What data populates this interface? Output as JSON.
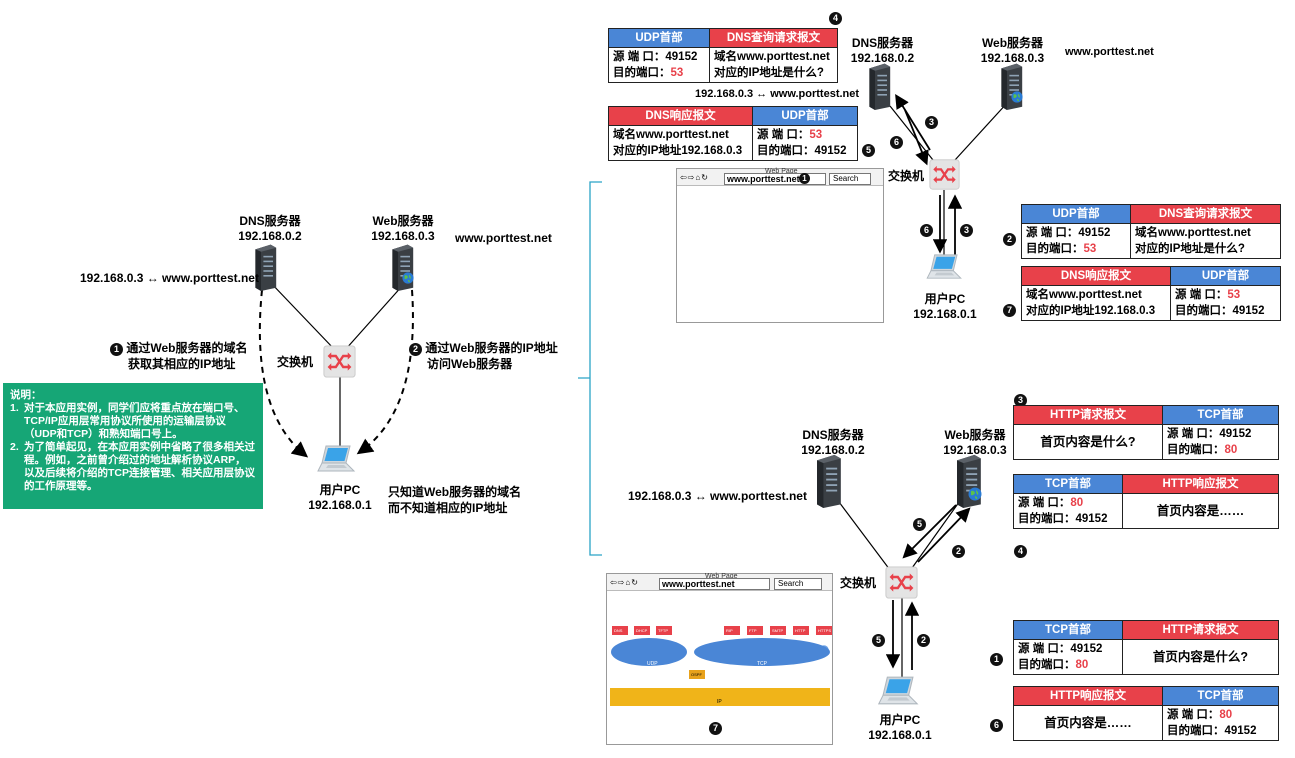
{
  "left": {
    "dns_name": "DNS服务器",
    "dns_ip": "192.168.0.2",
    "web_name": "Web服务器",
    "web_ip": "192.168.0.3",
    "domain": "www.porttest.net",
    "mapping": "192.168.0.3 ↔ www.porttest.net",
    "switch_label": "交换机",
    "pc_name": "用户PC",
    "pc_ip": "192.168.0.1",
    "step1_line1": "通过Web服务器的域名",
    "step1_line2": "获取其相应的IP地址",
    "step2_line1": "通过Web服务器的IP地址",
    "step2_line2": "访问Web服务器",
    "pc_note_line1": "只知道Web服务器的域名",
    "pc_note_line2": "而不知道相应的IP地址"
  },
  "note": {
    "title": "说明：",
    "item1_num": "1.",
    "item1_text": "对于本应用实例，同学们应将重点放在端口号、TCP/IP应用层常用协议所使用的运输层协议（UDP和TCP）和熟知端口号上。",
    "item2_num": "2.",
    "item2_text": "为了简单起见，在本应用实例中省略了很多相关过程。例如，之前曾介绍过的地址解析协议ARP，以及后续将介绍的TCP连接管理、相关应用层协议的工作原理等。"
  },
  "top": {
    "dns_name": "DNS服务器",
    "dns_ip": "192.168.0.2",
    "web_name": "Web服务器",
    "web_ip": "192.168.0.3",
    "domain": "www.porttest.net",
    "mapping": "192.168.0.3 ↔ www.porttest.net",
    "switch_label": "交换机",
    "pc_name": "用户PC",
    "pc_ip": "192.168.0.1",
    "browser_title": "Web Page",
    "browser_url": "www.porttest.net",
    "browser_search": "Search",
    "udp_header": "UDP首部",
    "dns_query": "DNS查询请求报文",
    "dns_response": "DNS响应报文",
    "src_port_label": "源 端 口：",
    "dst_port_label": "目的端口：",
    "port_49152": "49152",
    "port_53": "53",
    "query_line1": "域名www.porttest.net",
    "query_line2": "对应的IP地址是什么?",
    "resp_line1": "域名www.porttest.net",
    "resp_line2": "对应的IP地址192.168.0.3"
  },
  "bottom": {
    "dns_name": "DNS服务器",
    "dns_ip": "192.168.0.2",
    "web_name": "Web服务器",
    "web_ip": "192.168.0.3",
    "mapping": "192.168.0.3 ↔ www.porttest.net",
    "switch_label": "交换机",
    "pc_name": "用户PC",
    "pc_ip": "192.168.0.1",
    "browser_title": "Web Page",
    "browser_url": "www.porttest.net",
    "browser_search": "Search",
    "http_req": "HTTP请求报文",
    "http_resp": "HTTP响应报文",
    "tcp_header": "TCP首部",
    "src_port_label": "源 端 口：",
    "dst_port_label": "目的端口：",
    "port_49152": "49152",
    "port_80": "80",
    "req_text": "首页内容是什么?",
    "resp_text": "首页内容是……",
    "page_protocols_udp": [
      "DNS",
      "DHCP",
      "TFTP"
    ],
    "page_protocols_tcp": [
      "RIP",
      "FTP",
      "SMTP",
      "HTTP",
      "HTTPS"
    ],
    "page_udp_label": "UDP",
    "page_tcp_label": "TCP",
    "page_ip_label": "IP",
    "page_ospf": "OSPF"
  },
  "steps": {
    "s1": "❶",
    "s2": "❷",
    "s3": "❸",
    "s4": "❹",
    "s5": "❺",
    "s6": "❻",
    "s7": "❼"
  },
  "colors": {
    "header_blue": "#4a86d6",
    "header_red": "#e8414a",
    "note_green": "#16a676",
    "port_red": "#e8414a",
    "bracket_teal": "#2aa3c7"
  }
}
